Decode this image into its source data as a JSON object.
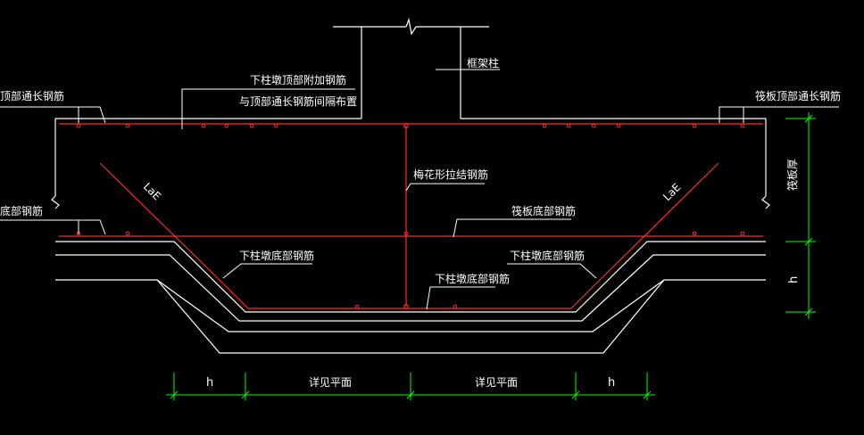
{
  "labels": {
    "top_additional_1": "下柱墩顶部附加钢筋",
    "top_additional_2": "与顶部通长钢筋间隔布置",
    "frame_column": "框架柱",
    "left_top_cont": "顶部通长钢筋",
    "right_top_cont": "筏板顶部通长钢筋",
    "plum_tie": "梅花形拉结钢筋",
    "left_bottom": "底部钢筋",
    "raft_bottom": "筏板底部钢筋",
    "pier_bottom_left": "下柱墩底部钢筋",
    "pier_bottom_right": "下柱墩底部钢筋",
    "pier_bottom_center": "下柱墩底部钢筋",
    "raft_thickness": "筏板厚",
    "lal_left": "LaE",
    "lal_right": "LaE"
  },
  "dimensions": {
    "h_right": "h",
    "h_bottom_left": "h",
    "see_plan_1": "详见平面",
    "see_plan_2": "详见平面",
    "h_bottom_right": "h"
  },
  "colors": {
    "background": "#000000",
    "outline": "#ffffff",
    "rebar": "#ff2a2a",
    "leader": "#ffffff",
    "dimension": "#00ff00",
    "text": "#ffffff"
  }
}
